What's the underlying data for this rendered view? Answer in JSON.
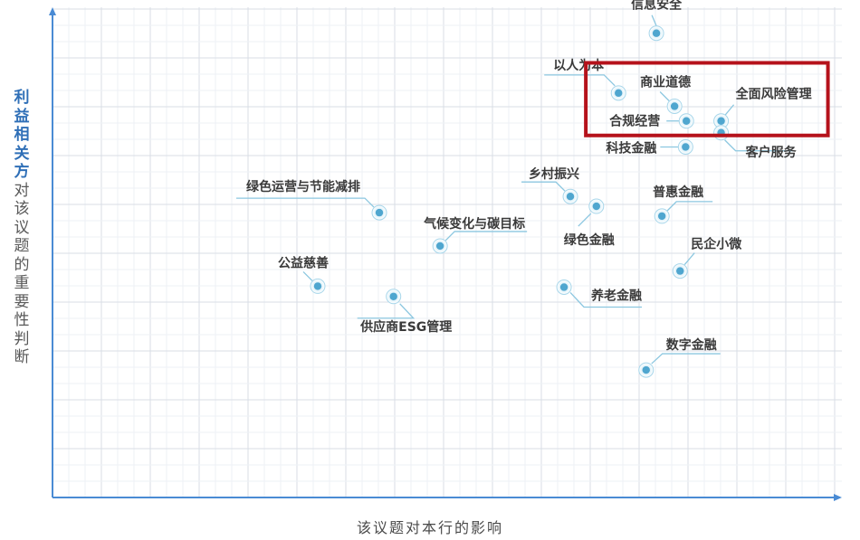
{
  "chart_data": {
    "type": "scatter",
    "title": "",
    "xlabel": "该议题对本行的影响",
    "ylabel": "利益相关方对该议题的重要性判断",
    "ylabel_highlight_chars": 5,
    "xlim": [
      0,
      100
    ],
    "ylim": [
      0,
      100
    ],
    "grid": true,
    "points": [
      {
        "label": "信息安全",
        "x": 76.5,
        "y": 94.7
      },
      {
        "label": "以人为本",
        "x": 71.7,
        "y": 82.5
      },
      {
        "label": "商业道德",
        "x": 78.8,
        "y": 79.8
      },
      {
        "label": "全面风险管理",
        "x": 84.7,
        "y": 76.8
      },
      {
        "label": "合规经营",
        "x": 80.3,
        "y": 76.8
      },
      {
        "label": "客户服务",
        "x": 84.7,
        "y": 74.4
      },
      {
        "label": "科技金融",
        "x": 80.2,
        "y": 71.5
      },
      {
        "label": "乡村振兴",
        "x": 65.6,
        "y": 61.4
      },
      {
        "label": "绿色金融",
        "x": 68.9,
        "y": 59.4
      },
      {
        "label": "普惠金融",
        "x": 77.2,
        "y": 57.4
      },
      {
        "label": "绿色运营与节能减排",
        "x": 41.4,
        "y": 58.1
      },
      {
        "label": "气候变化与碳目标",
        "x": 49.1,
        "y": 51.3
      },
      {
        "label": "民企小微",
        "x": 79.5,
        "y": 46.2
      },
      {
        "label": "公益慈善",
        "x": 33.6,
        "y": 43.1
      },
      {
        "label": "养老金融",
        "x": 64.8,
        "y": 42.9
      },
      {
        "label": "供应商ESG管理",
        "x": 43.2,
        "y": 41.0
      },
      {
        "label": "数字金融",
        "x": 75.2,
        "y": 26.0
      }
    ],
    "highlight_group": [
      "商业道德",
      "全面风险管理",
      "合规经营"
    ],
    "colors": {
      "point": "#4fa6cf",
      "axis": "#4a8bd4",
      "highlight_box": "#b5121b",
      "grid": "#e4e8ee"
    }
  }
}
